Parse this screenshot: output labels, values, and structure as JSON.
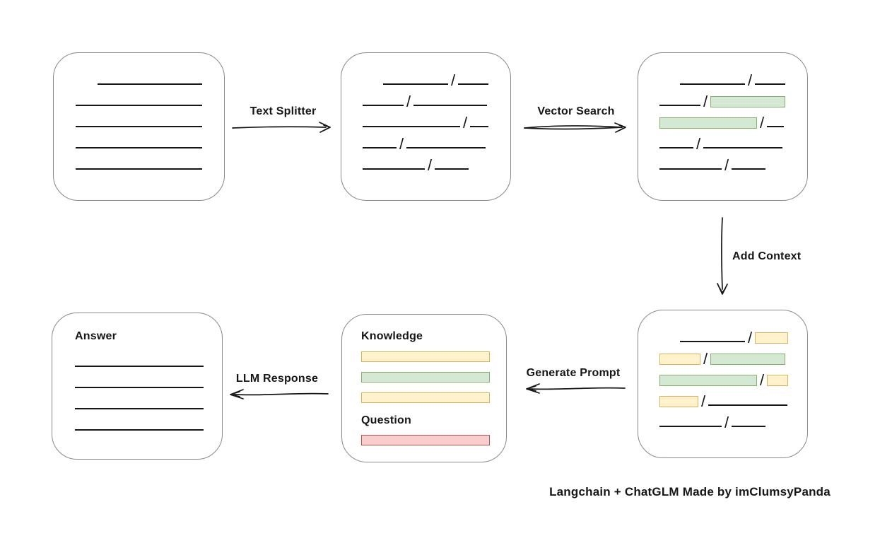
{
  "footer": {
    "credit": "Langchain + ChatGLM Made by imClumsyPanda"
  },
  "arrows": {
    "text_splitter": {
      "label": "Text Splitter",
      "direction": "right"
    },
    "vector_search": {
      "label": "Vector Search",
      "direction": "right"
    },
    "add_context": {
      "label": "Add Context",
      "direction": "down"
    },
    "generate_prompt": {
      "label": "Generate Prompt",
      "direction": "left"
    },
    "llm_response": {
      "label": "LLM Response",
      "direction": "left"
    }
  },
  "boxes": {
    "document": {
      "rows": [
        [
          {
            "t": "line",
            "w": 148,
            "i": 31
          }
        ],
        [
          {
            "t": "line",
            "w": 179
          }
        ],
        [
          {
            "t": "line",
            "w": 179
          }
        ],
        [
          {
            "t": "line",
            "w": 179
          }
        ],
        [
          {
            "t": "line",
            "w": 179
          }
        ]
      ]
    },
    "split_text": {
      "rows": [
        [
          {
            "t": "line",
            "w": 92,
            "i": 29
          },
          {
            "t": "slash"
          },
          {
            "t": "line",
            "w": 43
          }
        ],
        [
          {
            "t": "line",
            "w": 58
          },
          {
            "t": "slash"
          },
          {
            "t": "line",
            "w": 104
          }
        ],
        [
          {
            "t": "line",
            "w": 138
          },
          {
            "t": "slash"
          },
          {
            "t": "line",
            "w": 26
          }
        ],
        [
          {
            "t": "line",
            "w": 48
          },
          {
            "t": "slash"
          },
          {
            "t": "line",
            "w": 112
          }
        ],
        [
          {
            "t": "line",
            "w": 88
          },
          {
            "t": "slash"
          },
          {
            "t": "line",
            "w": 48
          }
        ]
      ]
    },
    "vector_results": {
      "rows": [
        [
          {
            "t": "line",
            "w": 92,
            "i": 29
          },
          {
            "t": "slash"
          },
          {
            "t": "line",
            "w": 43
          }
        ],
        [
          {
            "t": "line",
            "w": 58
          },
          {
            "t": "slash"
          },
          {
            "t": "green",
            "w": 106
          }
        ],
        [
          {
            "t": "green",
            "w": 138
          },
          {
            "t": "slash"
          },
          {
            "t": "line",
            "w": 24
          }
        ],
        [
          {
            "t": "line",
            "w": 48
          },
          {
            "t": "slash"
          },
          {
            "t": "line",
            "w": 112
          }
        ],
        [
          {
            "t": "line",
            "w": 88
          },
          {
            "t": "slash"
          },
          {
            "t": "line",
            "w": 48
          }
        ]
      ]
    },
    "context_chunks": {
      "rows": [
        [
          {
            "t": "line",
            "w": 92,
            "i": 29
          },
          {
            "t": "slash"
          },
          {
            "t": "yellow",
            "w": 47
          }
        ],
        [
          {
            "t": "yellow",
            "w": 58
          },
          {
            "t": "slash"
          },
          {
            "t": "green",
            "w": 106
          }
        ],
        [
          {
            "t": "green",
            "w": 138
          },
          {
            "t": "slash"
          },
          {
            "t": "yellow",
            "w": 30
          }
        ],
        [
          {
            "t": "yellow",
            "w": 55
          },
          {
            "t": "slash"
          },
          {
            "t": "line",
            "w": 112
          }
        ],
        [
          {
            "t": "line",
            "w": 88
          },
          {
            "t": "slash"
          },
          {
            "t": "line",
            "w": 48
          }
        ]
      ]
    },
    "prompt": {
      "knowledge_label": "Knowledge",
      "knowledge_bars": [
        [
          {
            "t": "yellow",
            "w": 182
          }
        ],
        [
          {
            "t": "green",
            "w": 182
          }
        ],
        [
          {
            "t": "yellow",
            "w": 182
          }
        ]
      ],
      "question_label": "Question",
      "question_bars": [
        [
          {
            "t": "red",
            "w": 182
          }
        ]
      ]
    },
    "answer": {
      "label": "Answer",
      "rows": [
        [
          {
            "t": "line",
            "w": 182
          }
        ],
        [
          {
            "t": "line",
            "w": 182
          }
        ],
        [
          {
            "t": "line",
            "w": 182
          }
        ],
        [
          {
            "t": "line",
            "w": 182
          }
        ]
      ]
    }
  },
  "colors": {
    "green_fill": "#d5e8d4",
    "green_border": "#82b366",
    "yellow_fill": "#fff2cc",
    "yellow_border": "#d6b656",
    "red_fill": "#f8cecc",
    "red_border": "#b85450",
    "box_border": "#8a8a8a",
    "ink": "#161616"
  },
  "glyphs": {
    "slash": "/"
  }
}
